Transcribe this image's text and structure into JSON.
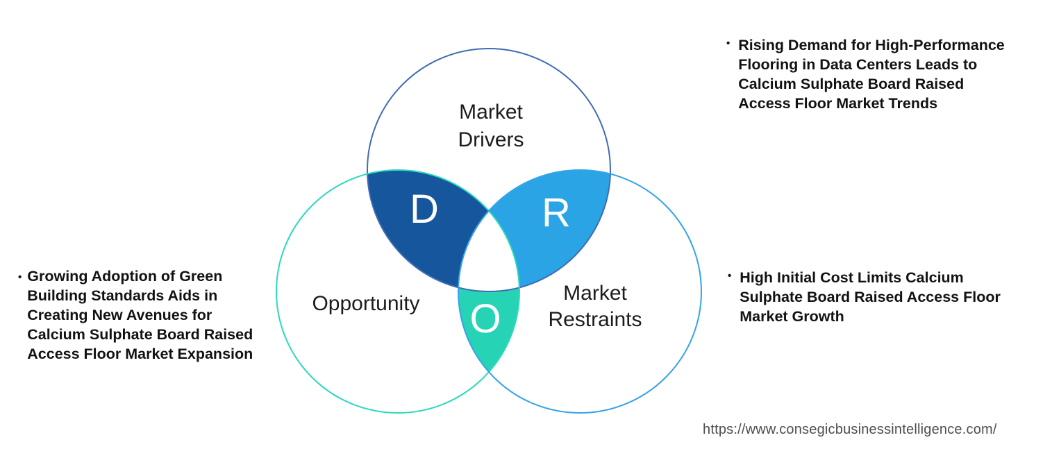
{
  "venn": {
    "circles": {
      "drivers": {
        "label": "Market\nDrivers",
        "letter": "D",
        "outline_color": "#3e6cb5",
        "fill_color": "#16569c"
      },
      "restraints": {
        "label": "Market\nRestraints",
        "letter": "R",
        "outline_color": "#35a3e8",
        "fill_color": "#2aa4e5"
      },
      "opportunity": {
        "label": "Opportunity",
        "letter": "O",
        "outline_color": "#2bd9bd",
        "fill_color": "#26d4b5"
      }
    }
  },
  "notes": {
    "bullet": "•",
    "left": "Growing Adoption of Green\nBuilding Standards Aids in\nCreating New Avenues for\nCalcium Sulphate Board Raised\nAccess Floor Market Expansion",
    "right_top": "Rising Demand for High-Performance\nFlooring in Data Centers Leads to\nCalcium Sulphate Board Raised\nAccess Floor Market Trends",
    "right_bottom": "High Initial Cost Limits Calcium\nSulphate Board Raised Access Floor\nMarket Growth"
  },
  "footer": {
    "source_url": "https://www.consegicbusinessintelligence.com/"
  }
}
